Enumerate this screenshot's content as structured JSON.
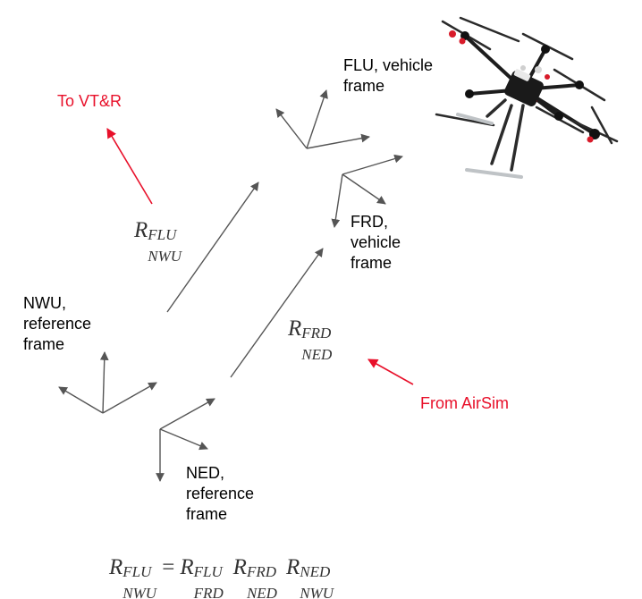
{
  "labels": {
    "flu_frame": [
      "FLU, vehicle",
      "frame"
    ],
    "nwu_frame": [
      "NWU,",
      "reference",
      "frame"
    ],
    "frd_frame": [
      "FRD,",
      "vehicle",
      "frame"
    ],
    "ned_frame": [
      "NED,",
      "reference",
      "frame"
    ],
    "to_vtr": "To VT&R",
    "from_airsim": "From AirSim"
  },
  "math": {
    "r_flu_nwu": {
      "base": "R",
      "sup": "FLU",
      "sub": "NWU"
    },
    "r_frd_ned": {
      "base": "R",
      "sup": "FRD",
      "sub": "NED"
    },
    "equation": {
      "lhs": {
        "base": "R",
        "sup": "FLU",
        "sub": "NWU"
      },
      "op": "=",
      "rhs": [
        {
          "base": "R",
          "sup": "FLU",
          "sub": "FRD"
        },
        {
          "base": "R",
          "sup": "FRD",
          "sub": "NED"
        },
        {
          "base": "R",
          "sup": "NED",
          "sub": "NWU"
        }
      ]
    }
  },
  "colors": {
    "accent": "#e8102a",
    "axis": "#555555",
    "text": "#000000"
  },
  "icons": {
    "drone": "hexacopter-drone-icon"
  }
}
